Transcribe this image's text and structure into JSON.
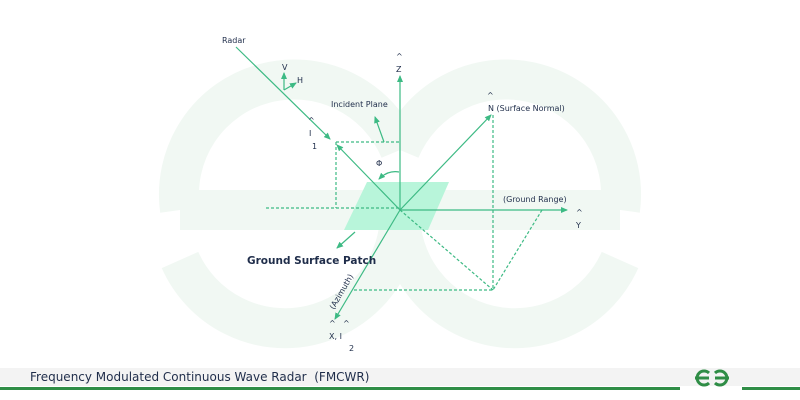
{
  "diagram": {
    "labels": {
      "radar": "Radar",
      "v": "V",
      "h": "H",
      "z_axis": "Z",
      "incident_plane": "Incident Plane",
      "surface_normal": "N (Surface Normal)",
      "i1": "I",
      "i1_sub": "1",
      "phi": "Φ",
      "ground_range": "(Ground Range)",
      "y_axis": "Y",
      "ground_surface_patch": "Ground Surface Patch",
      "azimuth": "(Azimuth)",
      "x_axis": "X, I",
      "x_axis_sub": "2",
      "hat": "^"
    },
    "colors": {
      "line": "#3dba84",
      "patch": "#b8f5da",
      "text": "#1f2d4a"
    }
  },
  "footer": {
    "title": "Frequency Modulated Continuous Wave Radar  (FMCWR)",
    "logo_text": "GfG",
    "brand_color": "#2f8d46"
  }
}
